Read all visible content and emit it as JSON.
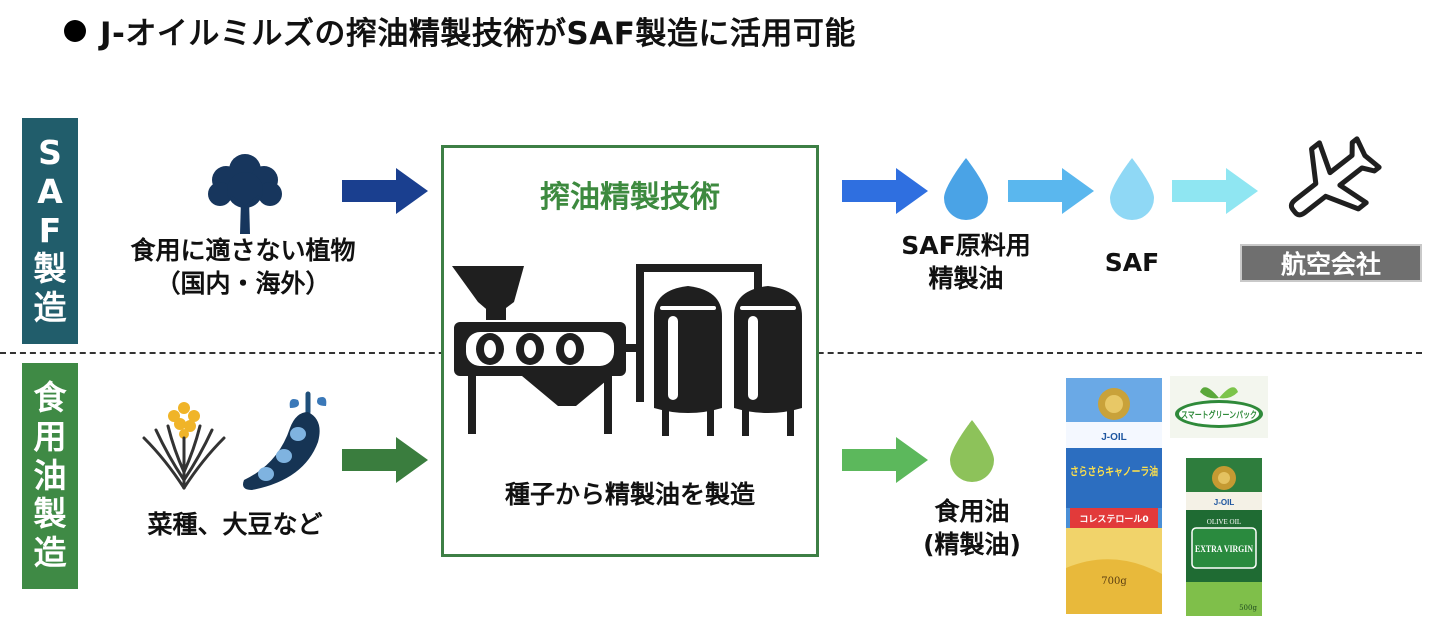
{
  "title": "J-オイルミルズの搾油精製技術がSAF製造に活用可能",
  "rows": {
    "saf": {
      "chars": [
        "S",
        "A",
        "F",
        "製",
        "造"
      ],
      "color": "#215d6b"
    },
    "food": {
      "chars": [
        "食",
        "用",
        "油",
        "製",
        "造"
      ],
      "color": "#3f8a45"
    }
  },
  "saf_row": {
    "input_label": [
      "食用に適さない植物",
      "（国内・海外）"
    ],
    "output1_label": [
      "SAF原料用",
      "精製油"
    ],
    "output2_label": "SAF",
    "destination": "航空会社"
  },
  "food_row": {
    "input_label": "菜種、大豆など",
    "output_label": [
      "食用油",
      "(精製油)"
    ]
  },
  "center": {
    "title": "搾油精製技術",
    "caption": "種子から精製油を製造",
    "border_color": "#3d7f45"
  },
  "products": {
    "canola": {
      "brand": "J-OIL",
      "name": "さらさらキャノーラ油",
      "tag": "コレステロール0",
      "weight": "700g"
    },
    "olive": {
      "brand": "J-OIL",
      "name": "EXTRA VIRGIN",
      "line": "OLIVE OIL",
      "weight": "500g"
    },
    "badge": "スマートグリーンパック"
  },
  "icons": {
    "tree": "tree-icon",
    "rapeseed": "rapeseed-icon",
    "soybean": "soybean-icon",
    "machine": "oil-press-machine-icon",
    "drop": "oil-drop-icon",
    "plane": "airplane-icon"
  },
  "colors": {
    "arrow_dark_blue": "#1a3f8f",
    "arrow_blue": "#2f6fe0",
    "arrow_light_blue": "#5ab7ee",
    "arrow_cyan": "#8fe6f2",
    "arrow_green": "#3a7d3e",
    "arrow_light_green": "#5cb85c",
    "drop_blue": "#4aa3e6",
    "drop_light_blue": "#8fd8f5",
    "drop_green": "#8dc25a"
  }
}
